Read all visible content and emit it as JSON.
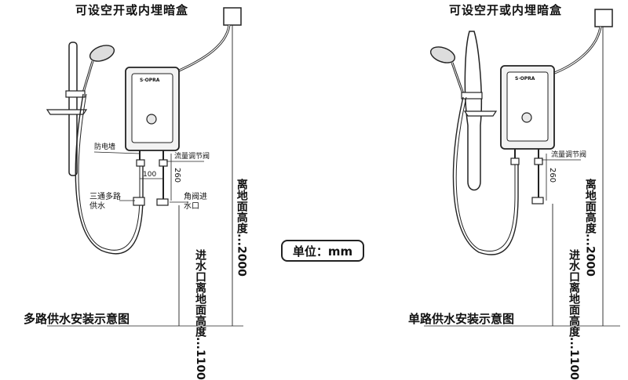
{
  "left": {
    "top_note": "可设空开或内埋暗盒",
    "leakage_plug": "防电墙",
    "flow_valve": "流量调节阀",
    "three_way": "三通多路供水",
    "angle_valve": "角阀进水口",
    "dim_100": "100",
    "dim_260": "260",
    "height_2000": "离地面高度...2000",
    "inlet_height": "进水口离地面高度...1100",
    "caption": "多路供水安装示意图"
  },
  "right": {
    "top_note": "可设空开或内埋暗盒",
    "flow_valve": "流量调节阀",
    "dim_260": "260",
    "height_2000": "离地面高度...2000",
    "inlet_height": "进水口离地面高度...1100",
    "caption": "单路供水安装示意图"
  },
  "unit": "单位：mm",
  "brand": "S·OPRA"
}
